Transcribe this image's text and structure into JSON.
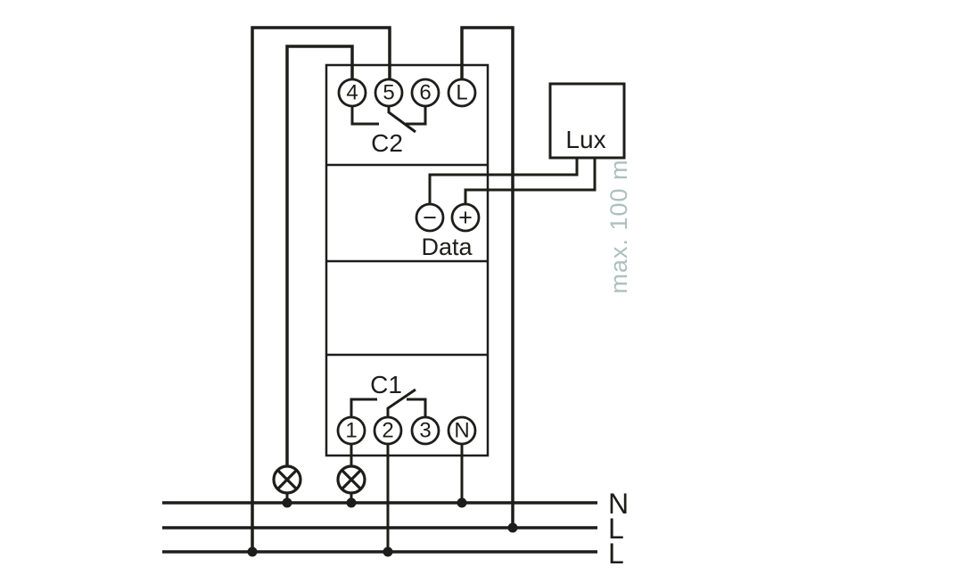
{
  "colors": {
    "line": "#1d1d1b",
    "muted_label": "#aebfbf",
    "background": "#ffffff"
  },
  "diagram": {
    "device": {
      "top_terminals": [
        "4",
        "5",
        "6",
        "L"
      ],
      "bottom_terminals": [
        "1",
        "2",
        "3",
        "N"
      ],
      "channel_top_label": "C2",
      "channel_bottom_label": "C1",
      "data_label": "Data",
      "data_minus": "−",
      "data_plus": "+"
    },
    "lux_sensor": {
      "label": "Lux",
      "cable_note": "max. 100 m"
    },
    "bus_labels": [
      "N",
      "L",
      "L"
    ],
    "symbols": {
      "lamp": "lamp-circle-with-cross",
      "junction": "wire-junction-dot",
      "switch": "changeover-contact-blade"
    }
  }
}
